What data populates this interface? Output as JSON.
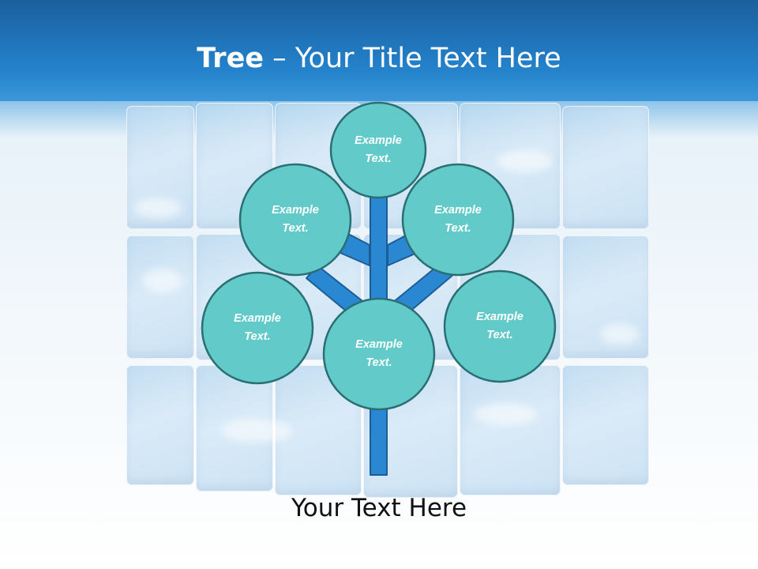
{
  "title": {
    "bold": "Tree",
    "rest": " – Your Title Text Here"
  },
  "nodes": [
    {
      "id": "top",
      "line1": "Example",
      "line2": "Text."
    },
    {
      "id": "upper-left",
      "line1": "Example",
      "line2": "Text."
    },
    {
      "id": "upper-right",
      "line1": "Example",
      "line2": "Text."
    },
    {
      "id": "lower-left",
      "line1": "Example",
      "line2": "Text."
    },
    {
      "id": "center",
      "line1": "Example",
      "line2": "Text."
    },
    {
      "id": "lower-right",
      "line1": "Example",
      "line2": "Text."
    }
  ],
  "footer": {
    "text": "Your Text Here"
  },
  "colors": {
    "title_band": "#2483cc",
    "node_fill": "#62cbca",
    "node_stroke": "#2a6f73",
    "branch_fill": "#2a88d2",
    "branch_stroke": "#1d5d97"
  }
}
